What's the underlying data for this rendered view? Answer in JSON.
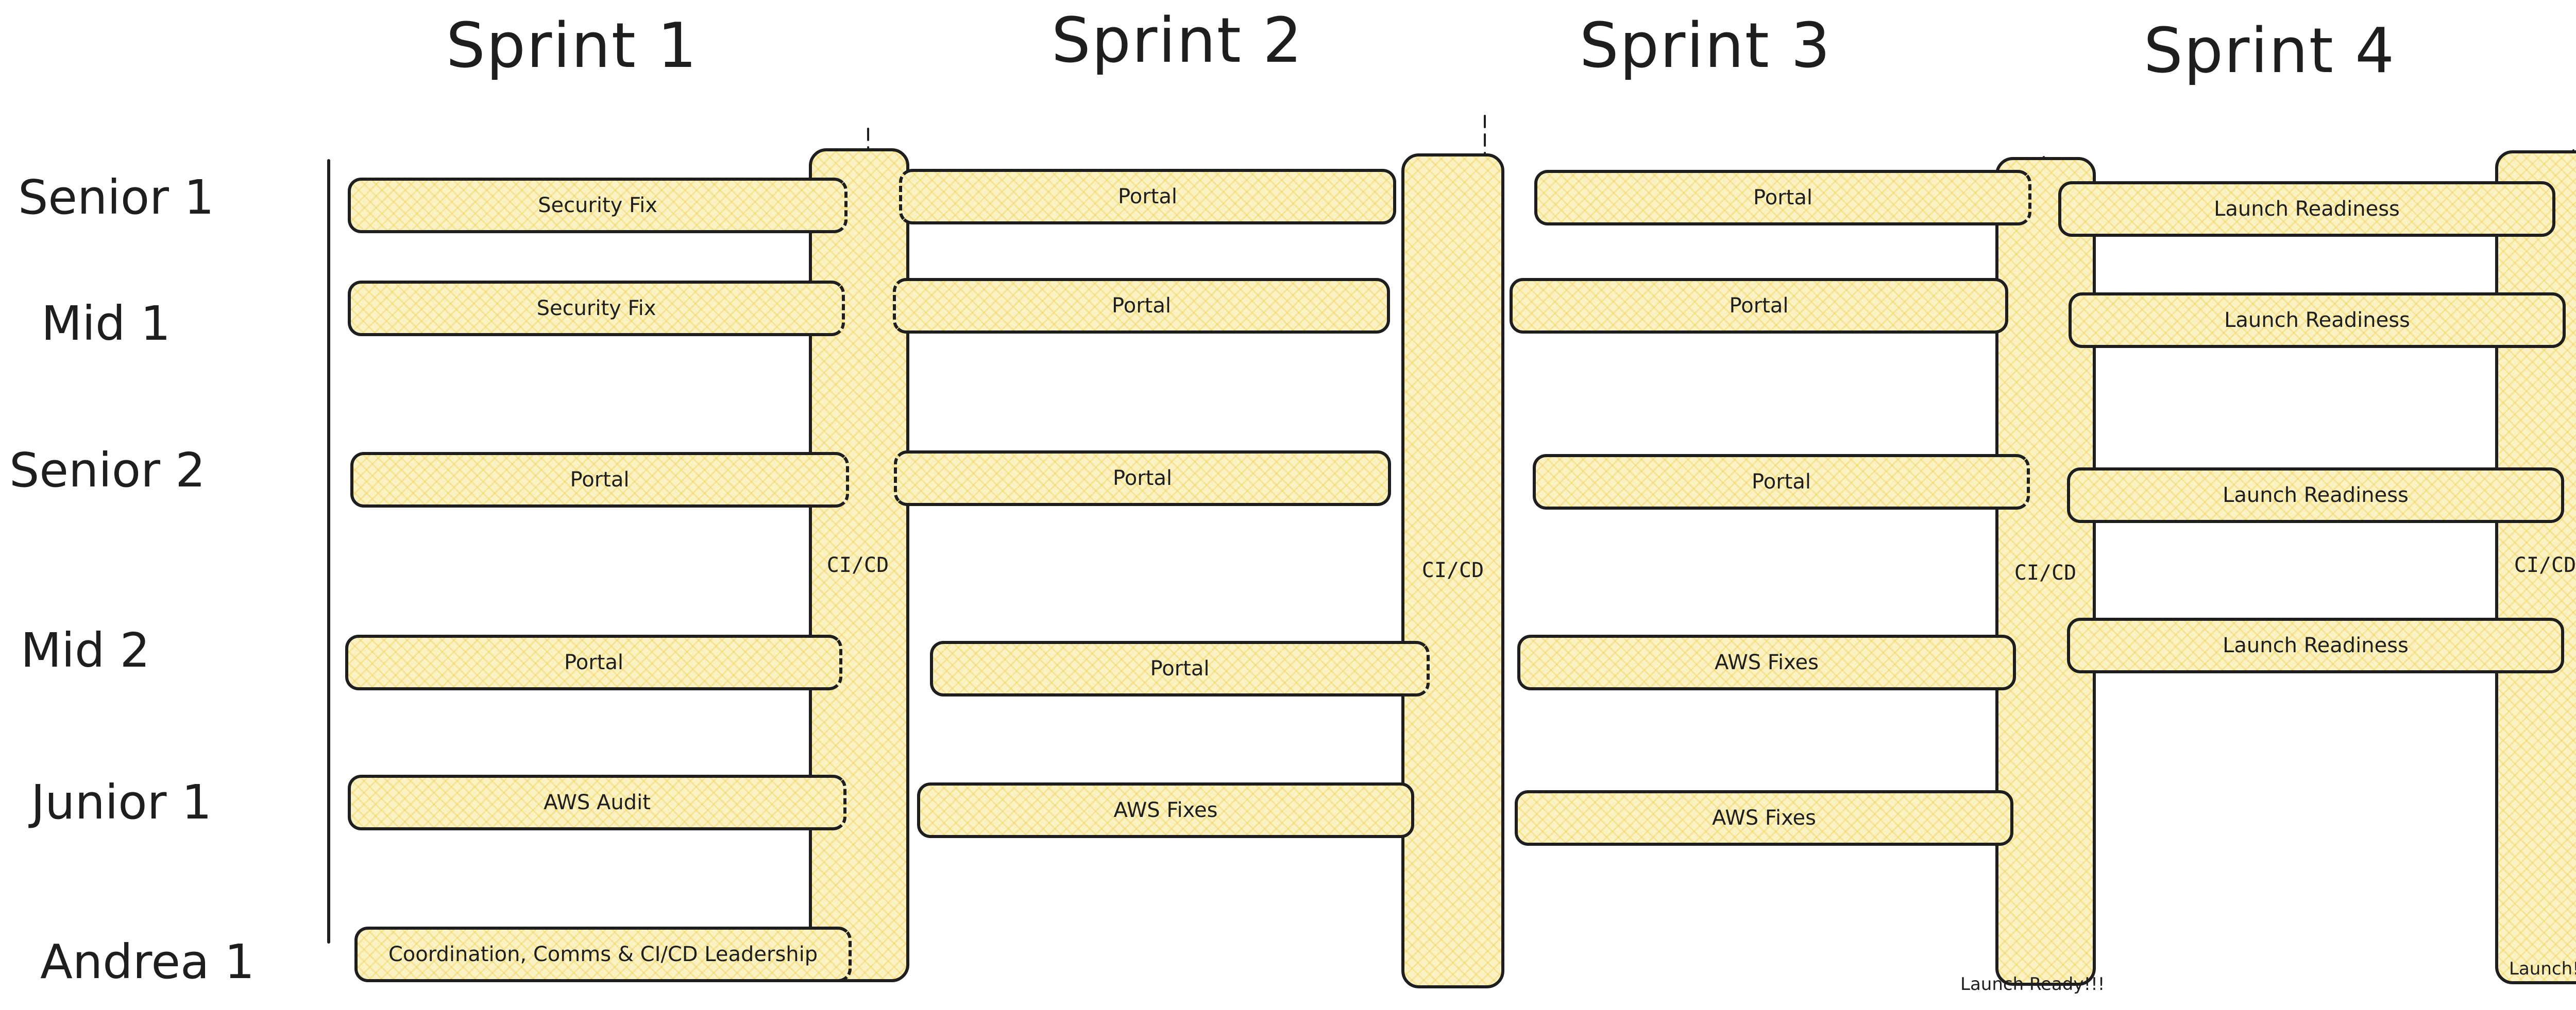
{
  "sprints": [
    "Sprint 1",
    "Sprint 2",
    "Sprint 3",
    "Sprint 4"
  ],
  "people": [
    "Senior 1",
    "Mid 1",
    "Senior 2",
    "Mid 2",
    "Junior 1",
    "Andrea 1"
  ],
  "tasks": [
    {
      "sprint": 1,
      "person": "Senior 1",
      "label": "Security Fix"
    },
    {
      "sprint": 1,
      "person": "Mid 1",
      "label": "Security Fix"
    },
    {
      "sprint": 1,
      "person": "Senior 2",
      "label": "Portal"
    },
    {
      "sprint": 1,
      "person": "Mid 2",
      "label": "Portal"
    },
    {
      "sprint": 1,
      "person": "Junior 1",
      "label": "AWS Audit"
    },
    {
      "sprint": 1,
      "person": "Andrea 1",
      "label": "Coordination, Comms & CI/CD Leadership"
    },
    {
      "sprint": 2,
      "person": "Senior 1",
      "label": "Portal"
    },
    {
      "sprint": 2,
      "person": "Mid 1",
      "label": "Portal"
    },
    {
      "sprint": 2,
      "person": "Senior 2",
      "label": "Portal"
    },
    {
      "sprint": 2,
      "person": "Mid 2",
      "label": "Portal"
    },
    {
      "sprint": 2,
      "person": "Junior 1",
      "label": "AWS Fixes"
    },
    {
      "sprint": 3,
      "person": "Senior 1",
      "label": "Portal"
    },
    {
      "sprint": 3,
      "person": "Mid 1",
      "label": "Portal"
    },
    {
      "sprint": 3,
      "person": "Senior 2",
      "label": "Portal"
    },
    {
      "sprint": 3,
      "person": "Mid 2",
      "label": "AWS Fixes"
    },
    {
      "sprint": 3,
      "person": "Junior 1",
      "label": "AWS Fixes"
    },
    {
      "sprint": 4,
      "person": "Senior 1",
      "label": "Launch Readiness"
    },
    {
      "sprint": 4,
      "person": "Mid 1",
      "label": "Launch Readiness"
    },
    {
      "sprint": 4,
      "person": "Senior 2",
      "label": "Launch Readiness"
    },
    {
      "sprint": 4,
      "person": "Mid 2",
      "label": "Launch Readiness"
    }
  ],
  "cicd_columns": [
    {
      "label": "CI/CD"
    },
    {
      "label": "CI/CD"
    },
    {
      "label": "CI/CD"
    },
    {
      "label": "CI/CD"
    }
  ],
  "notes": [
    "Launch Ready!!!",
    "Launch!!"
  ],
  "colors": {
    "fill": "#fbf2c4",
    "hatch": "#f0d25a",
    "stroke": "#1e1e1e"
  }
}
